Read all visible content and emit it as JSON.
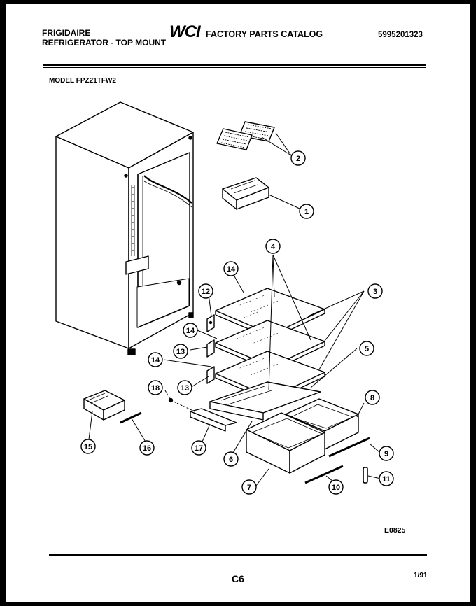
{
  "header": {
    "brand": "FRIGIDAIRE",
    "subtitle": "REFRIGERATOR - TOP MOUNT",
    "logo_text": "WCI",
    "catalog_title": "FACTORY PARTS CATALOG",
    "part_number": "5995201323"
  },
  "model": "MODEL FPZ21TFW2",
  "callouts": [
    "1",
    "2",
    "3",
    "4",
    "5",
    "6",
    "7",
    "8",
    "9",
    "10",
    "11",
    "12",
    "13",
    "13",
    "14",
    "14",
    "14",
    "15",
    "16",
    "17",
    "18"
  ],
  "footer": {
    "diagram_code": "E0825",
    "page_code": "C6",
    "date_code": "1/91"
  }
}
